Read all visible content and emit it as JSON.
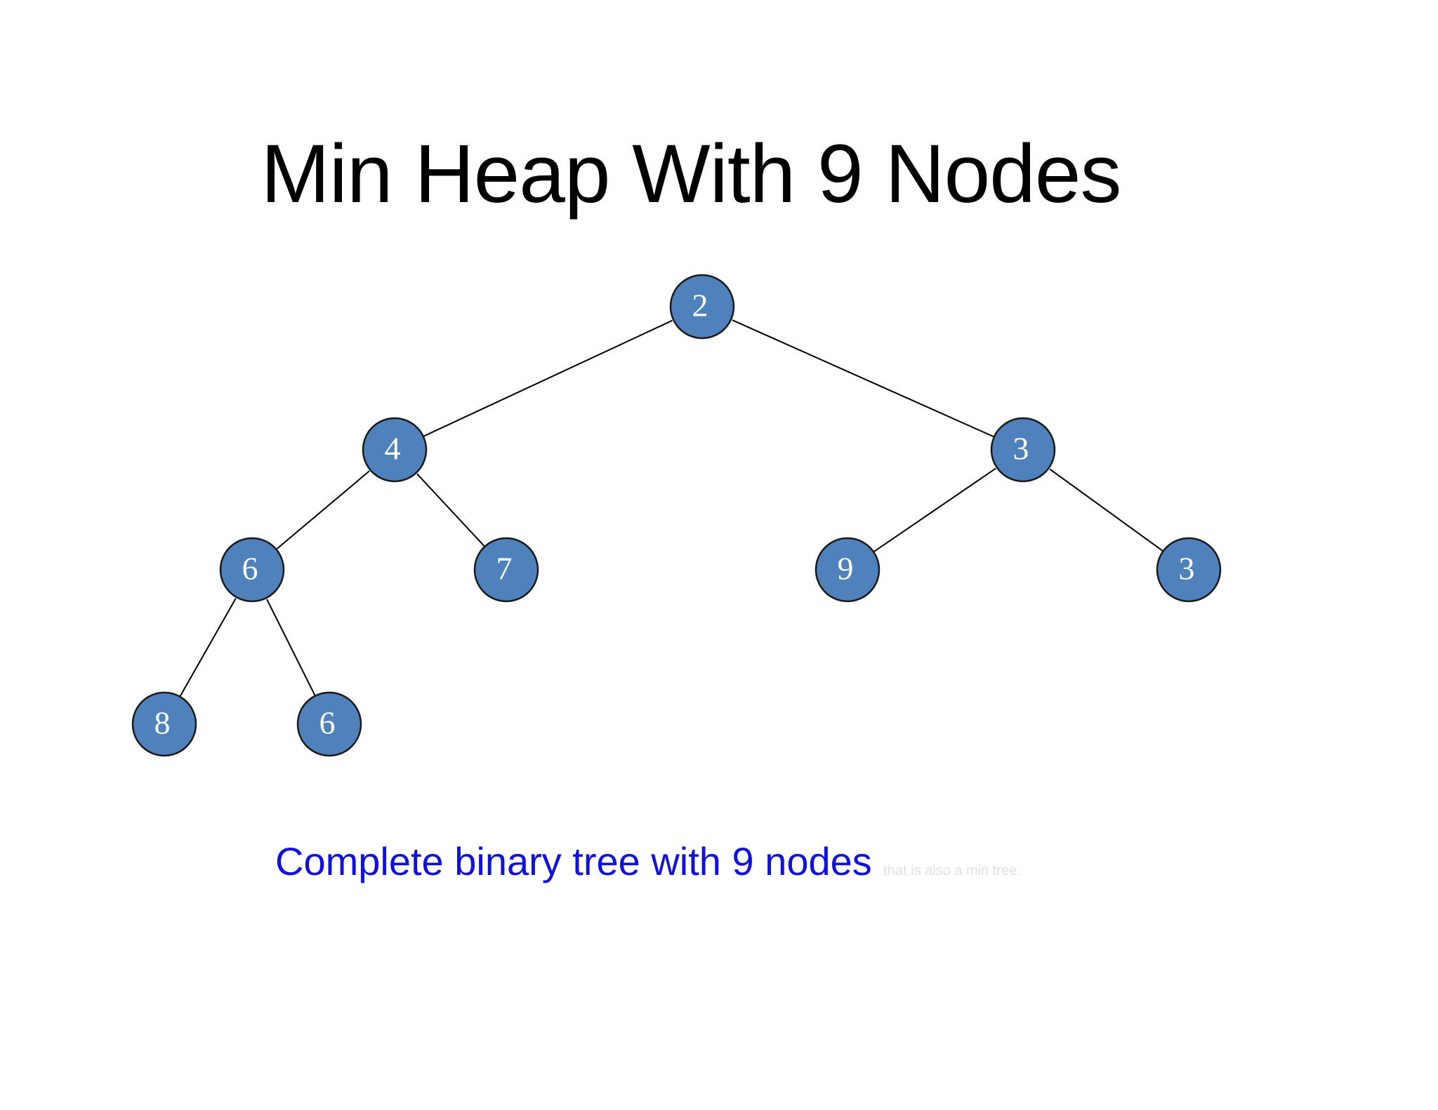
{
  "title": "Min Heap With 9 Nodes",
  "caption": {
    "main": "Complete binary tree with 9 nodes",
    "faint": "that is also a min tree."
  },
  "colors": {
    "node_fill": "#4f81bd",
    "node_stroke": "#1a1a1a",
    "caption": "#1010e0",
    "caption_faint": "#e2e2e2"
  },
  "tree": {
    "nodes": [
      {
        "id": "n0",
        "value": "2"
      },
      {
        "id": "n1",
        "value": "4"
      },
      {
        "id": "n2",
        "value": "3"
      },
      {
        "id": "n3",
        "value": "6"
      },
      {
        "id": "n4",
        "value": "7"
      },
      {
        "id": "n5",
        "value": "9"
      },
      {
        "id": "n6",
        "value": "3"
      },
      {
        "id": "n7",
        "value": "8"
      },
      {
        "id": "n8",
        "value": "6"
      }
    ],
    "edges": [
      {
        "from": "n0",
        "to": "n1"
      },
      {
        "from": "n0",
        "to": "n2"
      },
      {
        "from": "n1",
        "to": "n3"
      },
      {
        "from": "n1",
        "to": "n4"
      },
      {
        "from": "n2",
        "to": "n5"
      },
      {
        "from": "n2",
        "to": "n6"
      },
      {
        "from": "n3",
        "to": "n7"
      },
      {
        "from": "n3",
        "to": "n8"
      }
    ]
  }
}
